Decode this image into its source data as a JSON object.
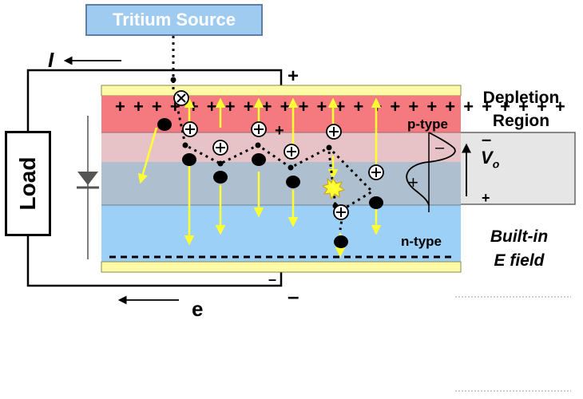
{
  "source_label": "Tritium Source",
  "load_label": "Load",
  "depletion_label_1": "Depletion",
  "depletion_label_2": "Region",
  "p_type_label": "p-type",
  "n_type_label": "n-type",
  "vo_label": "V",
  "vo_sub": "o",
  "field_label_1": "Built-in",
  "field_label_2": "E field",
  "current_label": "I",
  "electron_label": "e",
  "plus_sign": "+",
  "minus_sign": "–",
  "colors": {
    "p_region": "#f47a7f",
    "p_depletion": "#e7c3c8",
    "n_depletion": "#aebfcf",
    "n_region": "#9dd0f7",
    "contact": "#fffaa6",
    "arrow": "#ffff33",
    "source_box": "#9fcbf1"
  }
}
